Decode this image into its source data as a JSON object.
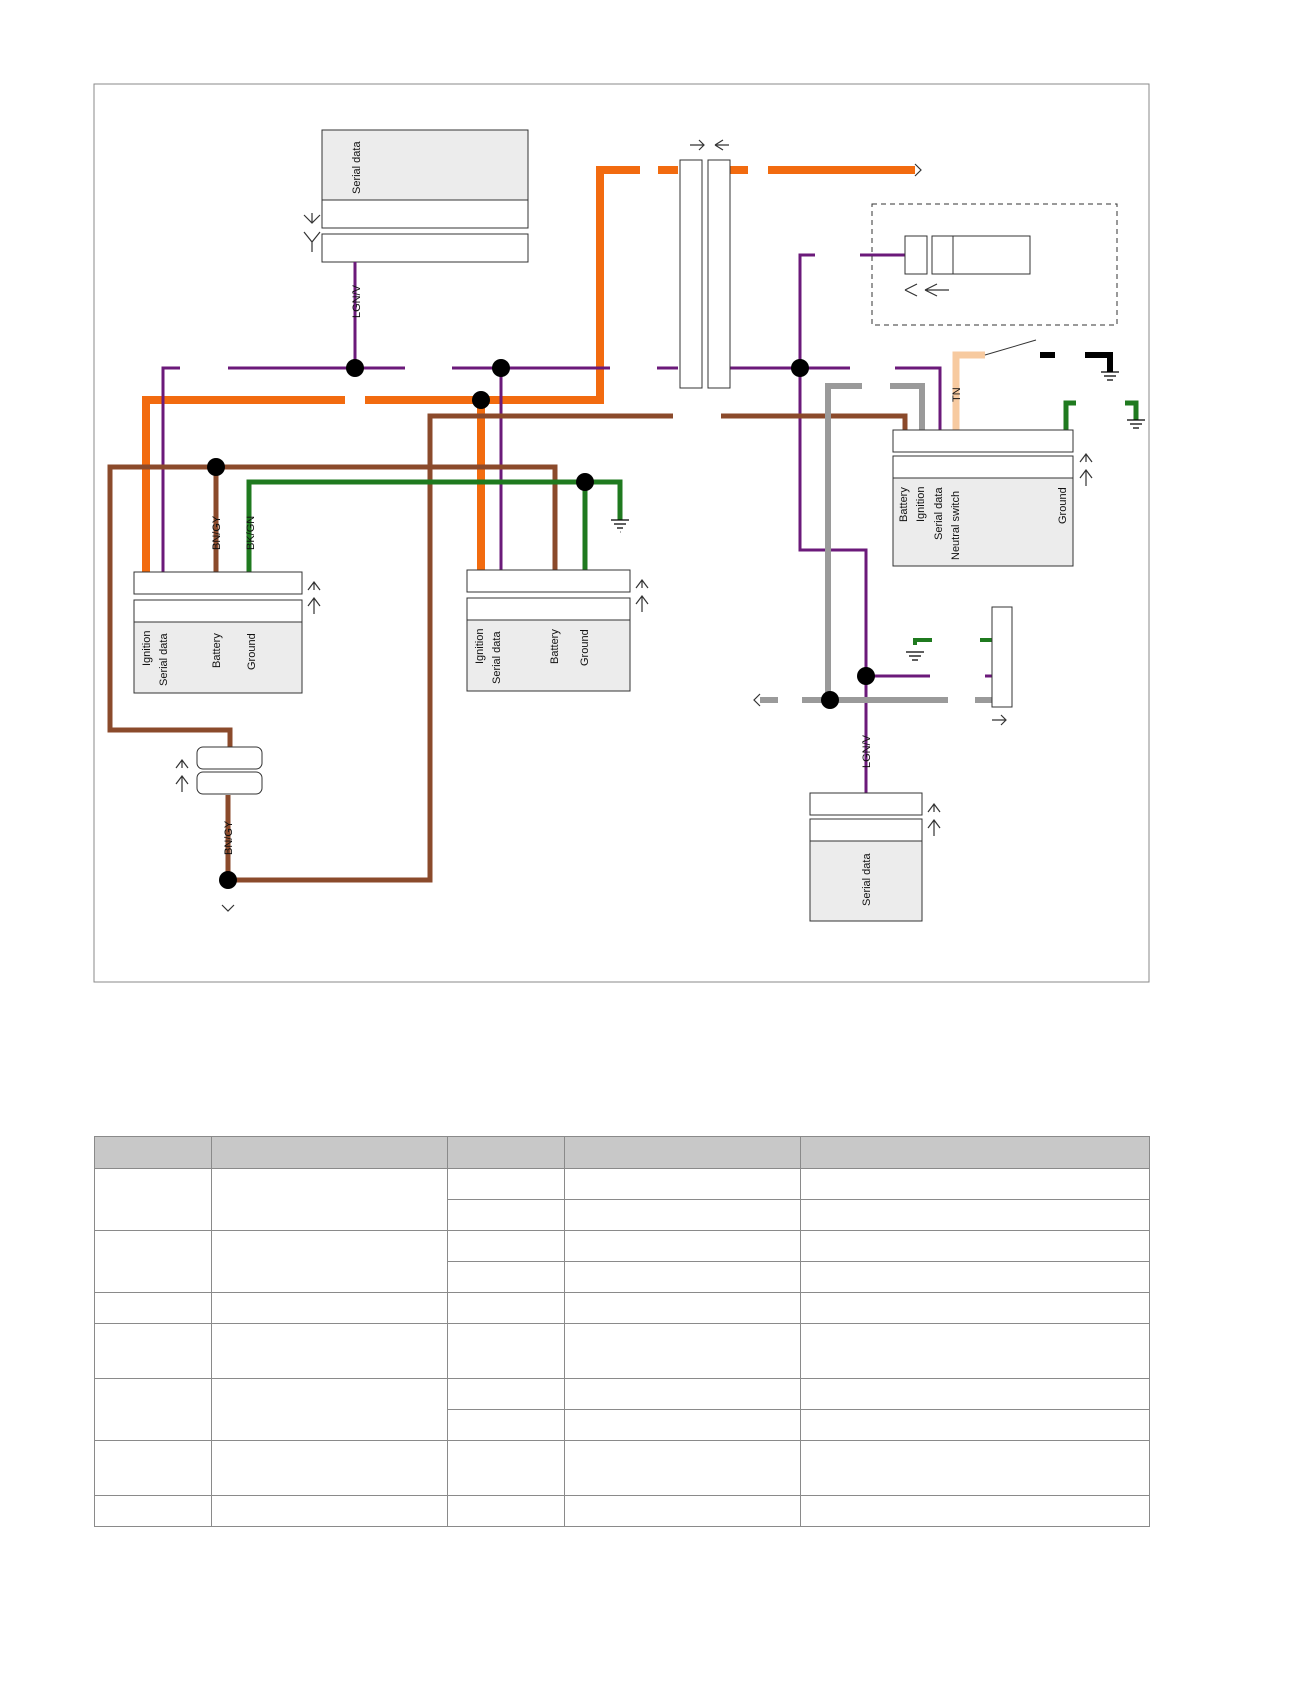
{
  "diagram": {
    "top_module": {
      "pins": [
        "Serial data"
      ]
    },
    "module_left": {
      "pins": [
        "Ignition",
        "Serial data",
        "Battery",
        "Ground"
      ]
    },
    "module_center": {
      "pins": [
        "Ignition",
        "Serial data",
        "Battery",
        "Ground"
      ]
    },
    "module_right": {
      "pins": [
        "Battery",
        "Ignition",
        "Serial data",
        "Neutral switch",
        "Ground"
      ]
    },
    "module_bottom": {
      "pins": [
        "Serial data"
      ]
    },
    "wire_labels": {
      "top_lgnv": "LGN/V",
      "left_bngy": "BN/GY",
      "left_bkgn": "BK/GN",
      "tn": "TN",
      "lower_bngy": "BN/GY",
      "bottom_lgnv": "LGN/V"
    },
    "colors": {
      "orange": "#f26b0f",
      "violet": "#6b1a7a",
      "brown": "#8b4a2b",
      "green": "#1f7a1f",
      "gray": "#9a9a9a",
      "tan": "#f7caa0",
      "black": "#000000"
    }
  },
  "legend_table": {
    "columns": 5,
    "rows": 11
  }
}
